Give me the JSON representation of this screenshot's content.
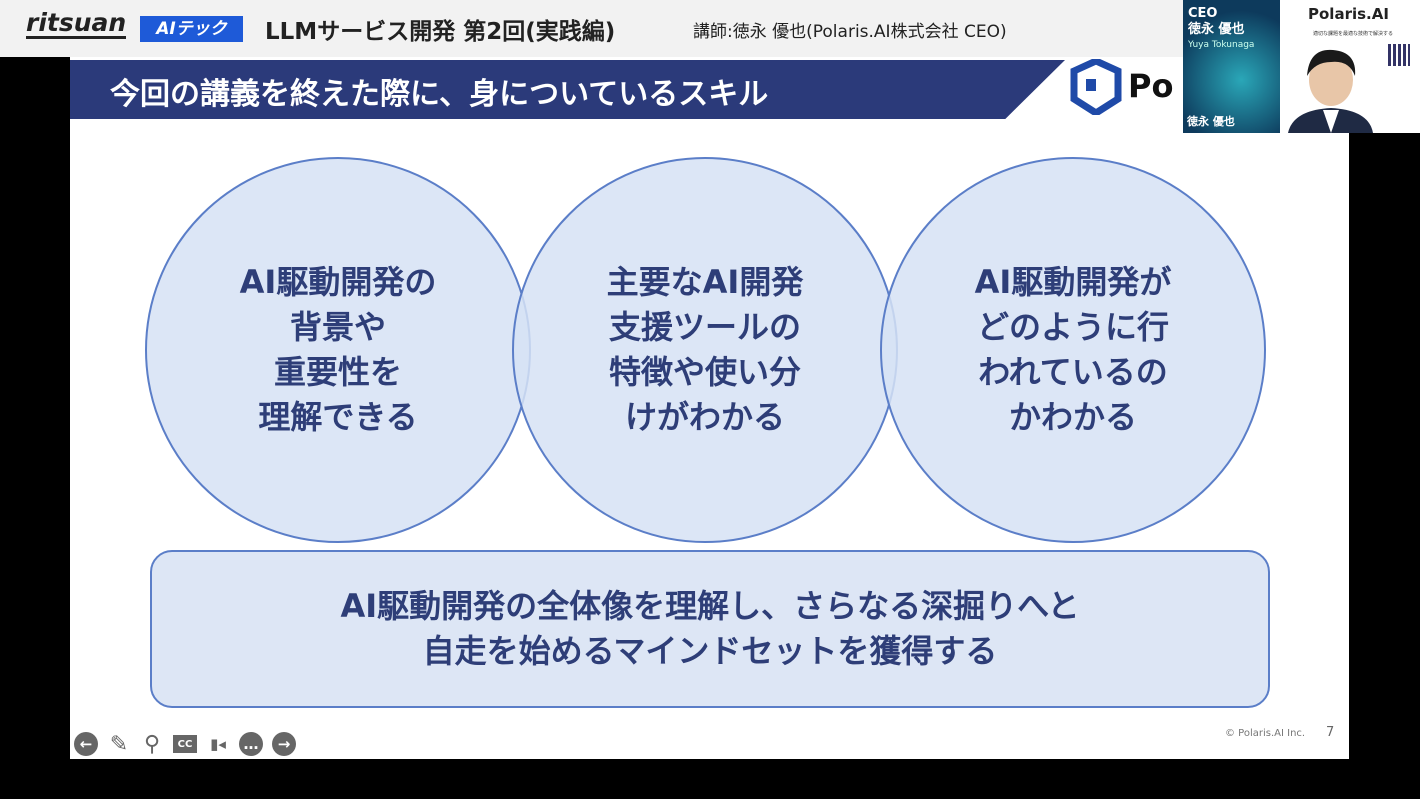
{
  "header": {
    "brand": "ritsuan",
    "badge": "AIテック",
    "course_title": "LLMサービス開発 第2回(実践編)",
    "lecturer": "講師:徳永 優也(Polaris.AI株式会社 CEO)"
  },
  "slide": {
    "title": "今回の講義を終えた際に、身についているスキル",
    "logo_text": "Polaris.AI",
    "circles": [
      "AI駆動開発の\n背景や\n重要性を\n理解できる",
      "主要なAI開発\n支援ツールの\n特徴や使い分\nけがわかる",
      "AI駆動開発が\nどのように行\nわれているの\nかわかる"
    ],
    "summary": "AI駆動開発の全体像を理解し、さらなる深掘りへと\n自走を始めるマインドセットを獲得する",
    "copyright": "© Polaris.AI Inc.",
    "page_number": "7"
  },
  "toolbar": [
    {
      "icon": "arrow-left-icon",
      "glyph": "←"
    },
    {
      "icon": "pencil-icon",
      "glyph": "✎"
    },
    {
      "icon": "search-icon",
      "glyph": "⚲"
    },
    {
      "icon": "cc-icon",
      "glyph": "CC"
    },
    {
      "icon": "video-icon",
      "glyph": "▮◂"
    },
    {
      "icon": "more-icon",
      "glyph": "…"
    },
    {
      "icon": "arrow-right-icon",
      "glyph": "→"
    }
  ],
  "webcam": {
    "title": "CEO",
    "name": "徳永 優也",
    "romaji": "Yuya Tokunaga",
    "name_label": "徳永 優也",
    "company": "Polaris.AI",
    "tagline": "適切な課題を最適な技術で解決する"
  }
}
